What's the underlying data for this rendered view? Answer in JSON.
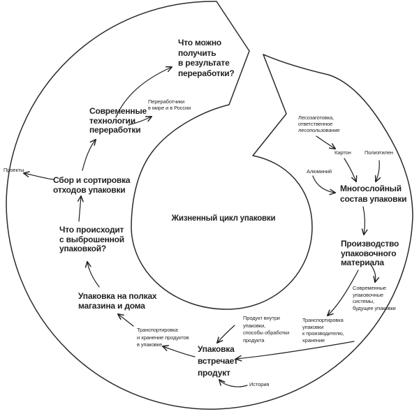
{
  "diagram": {
    "title": "Жизненный цикл упаковки",
    "colors": {
      "ink": "#1f1f1f",
      "ring": "#2a2a2a",
      "background": "#ffffff"
    },
    "labels": {
      "center": "Жизненный цикл упаковки",
      "what_can_get": "Что можно\nполучить\nв результате\nпереработки?",
      "recyclers": "Переработчики\nв мире и в России",
      "modern_tech": "Современные\nтехнологии\nпереработки",
      "collection": "Сбор и сортировка\nотходов упаковки",
      "projects": "Проекты",
      "what_happens": "Что происходит\nс выброшенной\nупаковкой?",
      "shelves": "Упаковка на полках\nмагазина и дома",
      "transport_storage": "Транспортировка\nи хранение продуктов\nв упаковке",
      "meets_product": "Упаковка\nвстречает\nпродукт",
      "product_inside": "Продукт внутри\nупаковки,\nспособы обработки\nпродукта",
      "history": "История",
      "transport_manufacturer": "Транспортировка\nупаковки\nк производителю,\nхранение",
      "modern_systems": "Современные\nупаковочные\nсистемы,\nбудущее упаковки",
      "production": "Производство\nупаковочного\nматериала",
      "multilayer": "Многослойный\nсостав упаковки",
      "timber": "Лесозаготовка,\nответственное\nлесопользование",
      "cardboard": "Картон",
      "polyethylene": "Полиэтилен",
      "aluminum": "Алюминий"
    },
    "connections": [
      {
        "from": "timber",
        "to": "cardboard"
      },
      {
        "from": "cardboard",
        "to": "multilayer"
      },
      {
        "from": "polyethylene",
        "to": "multilayer"
      },
      {
        "from": "aluminum",
        "to": "multilayer"
      },
      {
        "from": "multilayer",
        "to": "production"
      },
      {
        "from": "production",
        "to": "modern_systems"
      },
      {
        "from": "production",
        "to": "transport_manufacturer"
      },
      {
        "from": "transport_manufacturer",
        "to": "meets_product"
      },
      {
        "from": "product_inside",
        "to": "meets_product"
      },
      {
        "from": "history",
        "to": "meets_product"
      },
      {
        "from": "meets_product",
        "to": "transport_storage"
      },
      {
        "from": "transport_storage",
        "to": "shelves"
      },
      {
        "from": "shelves",
        "to": "what_happens"
      },
      {
        "from": "what_happens",
        "to": "collection"
      },
      {
        "from": "collection",
        "to": "projects"
      },
      {
        "from": "collection",
        "to": "modern_tech"
      },
      {
        "from": "modern_tech",
        "to": "recyclers"
      },
      {
        "from": "modern_tech",
        "to": "what_can_get"
      }
    ]
  }
}
